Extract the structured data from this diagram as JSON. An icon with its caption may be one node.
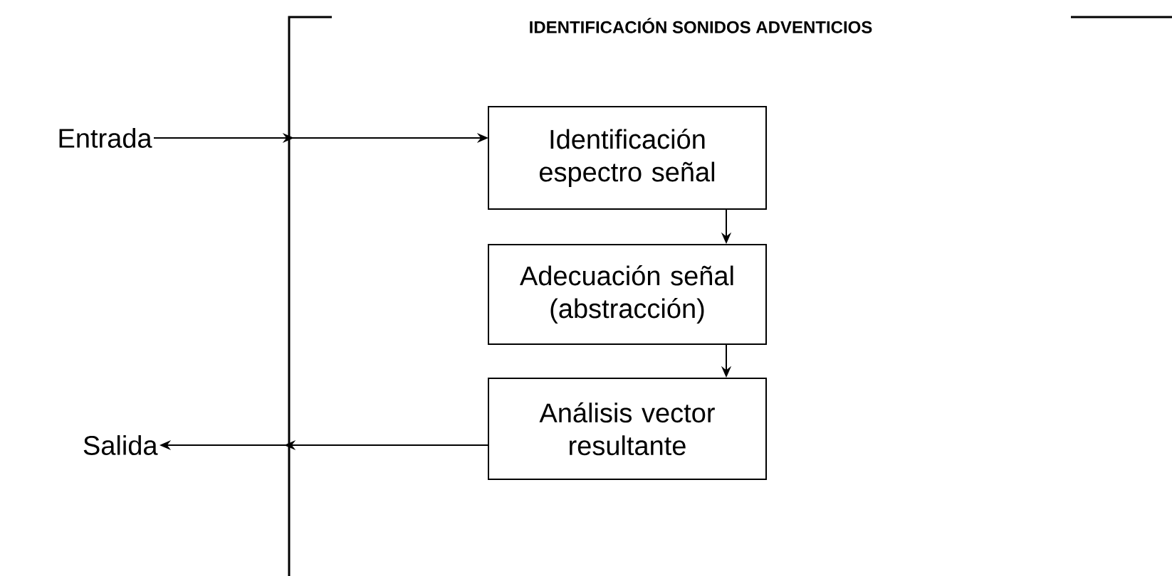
{
  "diagram": {
    "title": "IDENTIFICACIÓN SONIDOS ADVENTICIOS",
    "nodes": [
      {
        "text": [
          "Entrada"
        ]
      },
      {
        "text": [
          "Identificación espectro señal"
        ]
      },
      {
        "text": [
          "Adecuación señal (abstracción)"
        ]
      },
      {
        "text": [
          "Análisis vector resultante"
        ]
      },
      {
        "text": [
          "Salida"
        ]
      }
    ],
    "edges": [
      {
        "from": 0,
        "to": 1,
        "arrow": "to"
      },
      {
        "from": 1,
        "to": 2,
        "arrow": "to"
      },
      {
        "from": 2,
        "to": 3,
        "arrow": "to"
      },
      {
        "from": 3,
        "to": 4,
        "arrow": "to"
      }
    ]
  }
}
